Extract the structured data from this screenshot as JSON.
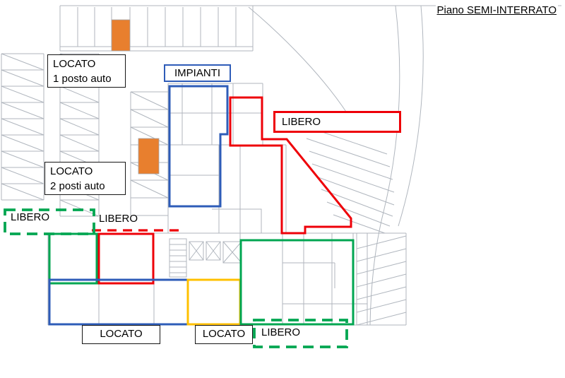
{
  "page": {
    "title": "Piano SEMI-INTERRATO"
  },
  "colors": {
    "blue": "#2e5cb8",
    "red": "#ee0008",
    "green": "#00a651",
    "yellow": "#ffc000",
    "orange": "#e87f2e",
    "plan_gray": "#b0b6be",
    "text": "#000000"
  },
  "labels": {
    "locato_1": {
      "title": "LOCATO",
      "subtitle": "1 posto auto"
    },
    "locato_2": {
      "title": "LOCATO",
      "subtitle": "2 posti auto"
    },
    "impianti": {
      "title": "IMPIANTI"
    },
    "libero_main": {
      "title": "LIBERO"
    },
    "libero_left": {
      "title": "LIBERO"
    },
    "libero_center": {
      "title": "LIBERO"
    },
    "locato_bottom_left": {
      "title": "LOCATO"
    },
    "locato_bottom_center": {
      "title": "LOCATO"
    },
    "libero_bottom_right": {
      "title": "LIBERO"
    }
  }
}
